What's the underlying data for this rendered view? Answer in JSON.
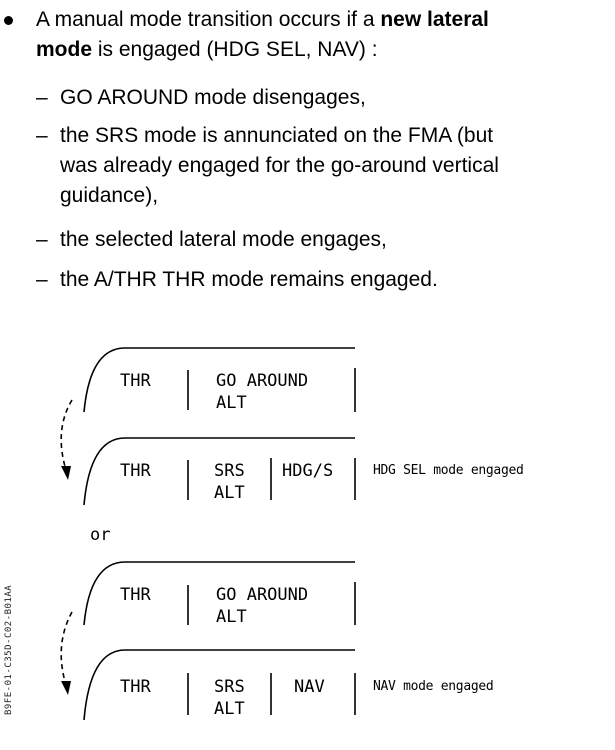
{
  "text": {
    "bullet_line1_pre": "A manual mode transition occurs if a ",
    "bullet_line1_bold": "new lateral",
    "bullet_line2_bold": "mode",
    "bullet_line2_post": " is engaged (HDG SEL, NAV) :",
    "items": [
      "GO AROUND mode disengages,",
      "the SRS mode is annunciated on the FMA (but",
      "was already engaged for the go-around vertical",
      "guidance),",
      "the selected lateral mode engages,",
      "the A/THR THR mode remains engaged."
    ],
    "dash": "–"
  },
  "diagram": {
    "panels": [
      {
        "col1": "THR",
        "col2_line1": "GO AROUND",
        "col2_line2": "ALT",
        "col3": ""
      },
      {
        "col1": "THR",
        "col2_line1": "SRS",
        "col2_line2": "ALT",
        "col3": "HDG/S",
        "note": "HDG SEL mode engaged"
      },
      {
        "col1": "THR",
        "col2_line1": "GO AROUND",
        "col2_line2": "ALT",
        "col3": ""
      },
      {
        "col1": "THR",
        "col2_line1": "SRS",
        "col2_line2": "ALT",
        "col3": "NAV",
        "note": "NAV mode engaged"
      }
    ],
    "or_label": "or",
    "side_code": "B9FE-01-C35D-C02-B01AA"
  }
}
